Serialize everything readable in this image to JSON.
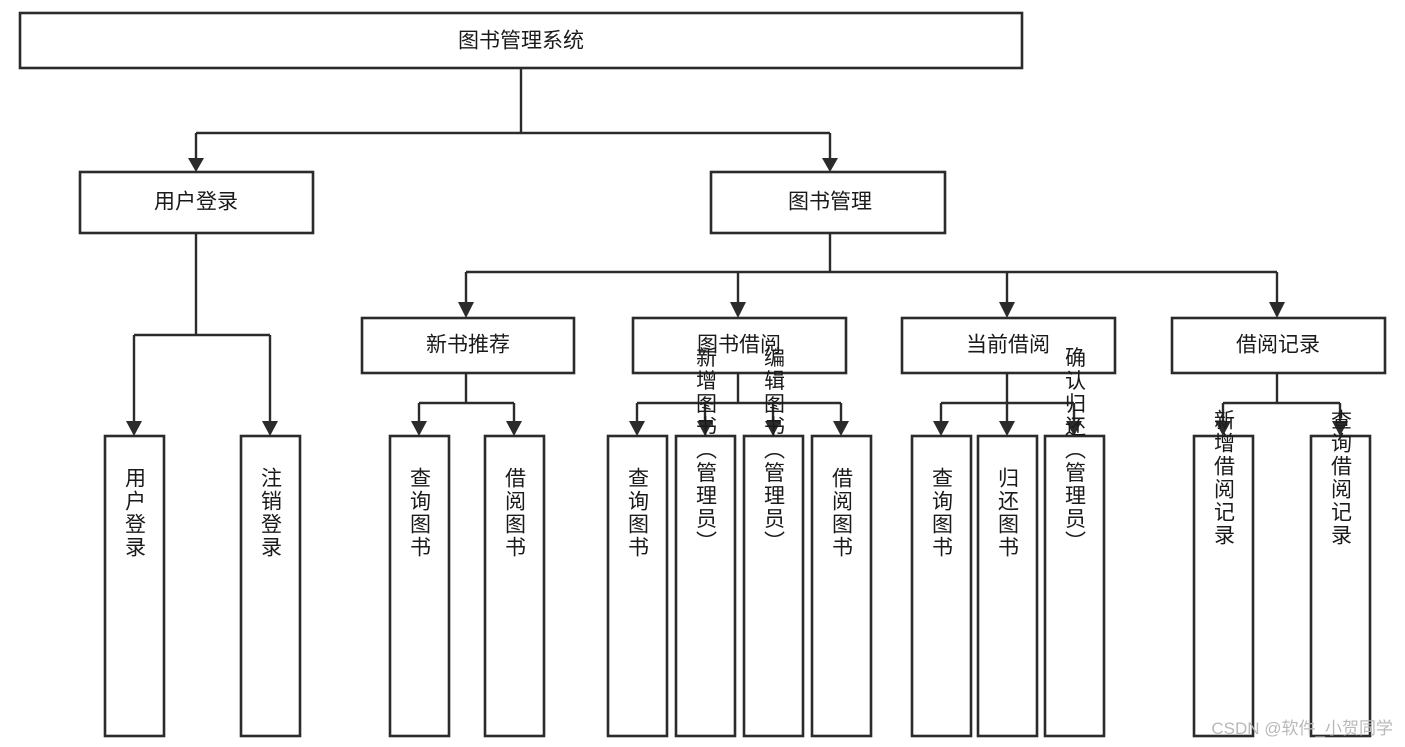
{
  "diagram": {
    "type": "tree-hierarchy",
    "title": "图书管理系统",
    "orientation": "top-down",
    "root": {
      "id": "root",
      "label": "图书管理系统"
    },
    "level1": [
      {
        "id": "user-login",
        "label": "用户登录"
      },
      {
        "id": "book-manage",
        "label": "图书管理"
      }
    ],
    "level2": [
      {
        "id": "new-book-rec",
        "label": "新书推荐",
        "parent": "book-manage"
      },
      {
        "id": "book-borrow",
        "label": "图书借阅",
        "parent": "book-manage"
      },
      {
        "id": "current-borrow",
        "label": "当前借阅",
        "parent": "book-manage"
      },
      {
        "id": "borrow-record",
        "label": "借阅记录",
        "parent": "book-manage"
      }
    ],
    "leaves": [
      {
        "id": "leaf-user-login",
        "label": "用户登录",
        "parent": "user-login"
      },
      {
        "id": "leaf-logout",
        "label": "注销登录",
        "parent": "user-login"
      },
      {
        "id": "leaf-query-book-1",
        "label": "查询图书",
        "parent": "new-book-rec"
      },
      {
        "id": "leaf-borrow-book-1",
        "label": "借阅图书",
        "parent": "new-book-rec"
      },
      {
        "id": "leaf-query-book-2",
        "label": "查询图书",
        "parent": "book-borrow"
      },
      {
        "id": "leaf-add-book",
        "label": "新增图书（管理员）",
        "parent": "book-borrow"
      },
      {
        "id": "leaf-edit-book",
        "label": "编辑图书（管理员）",
        "parent": "book-borrow"
      },
      {
        "id": "leaf-borrow-book-2",
        "label": "借阅图书",
        "parent": "book-borrow"
      },
      {
        "id": "leaf-query-book-3",
        "label": "查询图书",
        "parent": "current-borrow"
      },
      {
        "id": "leaf-return-book",
        "label": "归还图书",
        "parent": "current-borrow"
      },
      {
        "id": "leaf-confirm-return",
        "label": "确认归还（管理员）",
        "parent": "current-borrow"
      },
      {
        "id": "leaf-add-record",
        "label": "新增借阅记录",
        "parent": "borrow-record"
      },
      {
        "id": "leaf-query-record",
        "label": "查询借阅记录",
        "parent": "borrow-record"
      }
    ],
    "colors": {
      "stroke": "#2b2b2b",
      "fill": "#ffffff",
      "text": "#1a1a1a",
      "watermark": "#b9b9b9"
    }
  },
  "watermark": {
    "text": "CSDN @软件_小贺同学"
  }
}
